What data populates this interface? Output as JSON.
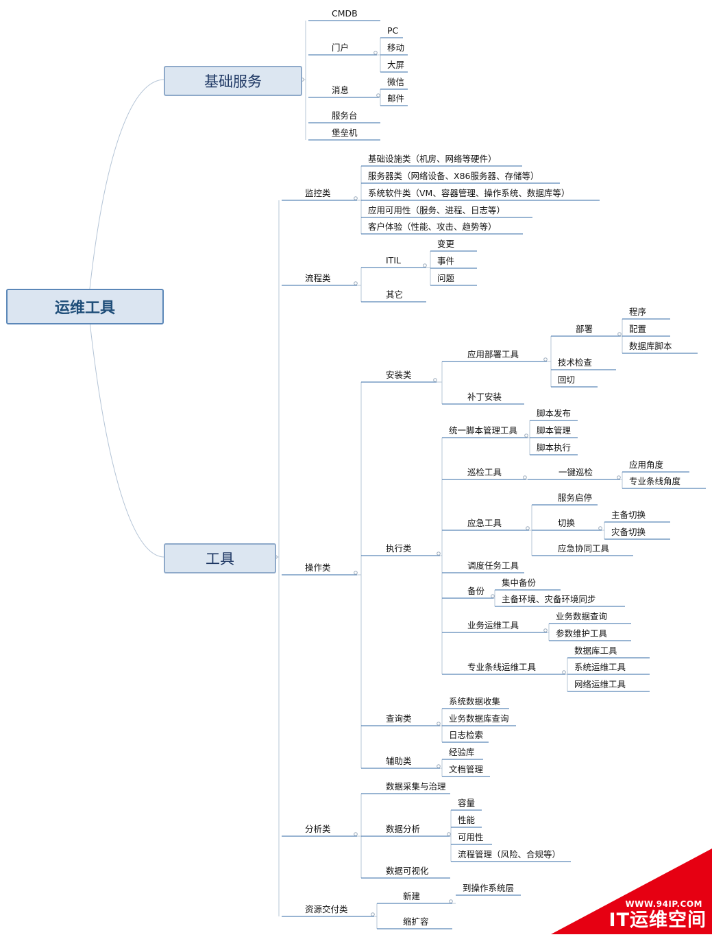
{
  "root": "运维工具",
  "main_branches": [
    {
      "label": "基础服务",
      "children": [
        {
          "label": "CMDB"
        },
        {
          "label": "门户",
          "children": [
            {
              "label": "PC"
            },
            {
              "label": "移动"
            },
            {
              "label": "大屏"
            }
          ]
        },
        {
          "label": "消息",
          "children": [
            {
              "label": "微信"
            },
            {
              "label": "邮件"
            }
          ]
        },
        {
          "label": "服务台"
        },
        {
          "label": "堡垒机"
        }
      ]
    },
    {
      "label": "工具",
      "children": [
        {
          "label": "监控类",
          "children": [
            {
              "label": "基础设施类（机房、网络等硬件）"
            },
            {
              "label": "服务器类（网络设备、X86服务器、存储等）"
            },
            {
              "label": "系统软件类（VM、容器管理、操作系统、数据库等）"
            },
            {
              "label": "应用可用性（服务、进程、日志等）"
            },
            {
              "label": "客户体验（性能、攻击、趋势等）"
            }
          ]
        },
        {
          "label": "流程类",
          "children": [
            {
              "label": "ITIL",
              "children": [
                {
                  "label": "变更"
                },
                {
                  "label": "事件"
                },
                {
                  "label": "问题"
                }
              ]
            },
            {
              "label": "其它"
            }
          ]
        },
        {
          "label": "操作类",
          "children": [
            {
              "label": "安装类",
              "children": [
                {
                  "label": "应用部署工具",
                  "children": [
                    {
                      "label": "部署",
                      "children": [
                        {
                          "label": "程序"
                        },
                        {
                          "label": "配置"
                        },
                        {
                          "label": "数据库脚本"
                        }
                      ]
                    },
                    {
                      "label": "技术检查"
                    },
                    {
                      "label": "回切"
                    }
                  ]
                },
                {
                  "label": "补丁安装"
                }
              ]
            },
            {
              "label": "执行类",
              "children": [
                {
                  "label": "统一脚本管理工具",
                  "children": [
                    {
                      "label": "脚本发布"
                    },
                    {
                      "label": "脚本管理"
                    },
                    {
                      "label": "脚本执行"
                    }
                  ]
                },
                {
                  "label": "巡检工具",
                  "children": [
                    {
                      "label": "一键巡检",
                      "children": [
                        {
                          "label": "应用角度"
                        },
                        {
                          "label": "专业条线角度"
                        }
                      ]
                    }
                  ]
                },
                {
                  "label": "应急工具",
                  "children": [
                    {
                      "label": "服务启停"
                    },
                    {
                      "label": "切换",
                      "children": [
                        {
                          "label": "主备切换"
                        },
                        {
                          "label": "灾备切换"
                        }
                      ]
                    },
                    {
                      "label": "应急协同工具"
                    }
                  ]
                },
                {
                  "label": "调度任务工具"
                },
                {
                  "label": "备份",
                  "children": [
                    {
                      "label": "集中备份"
                    },
                    {
                      "label": "主备环境、灾备环境同步"
                    }
                  ]
                },
                {
                  "label": "业务运维工具",
                  "children": [
                    {
                      "label": "业务数据查询"
                    },
                    {
                      "label": "参数维护工具"
                    }
                  ]
                },
                {
                  "label": "专业条线运维工具",
                  "children": [
                    {
                      "label": "数据库工具"
                    },
                    {
                      "label": "系统运维工具"
                    },
                    {
                      "label": "网络运维工具"
                    }
                  ]
                }
              ]
            },
            {
              "label": "查询类",
              "children": [
                {
                  "label": "系统数据收集"
                },
                {
                  "label": "业务数据库查询"
                },
                {
                  "label": "日志检索"
                }
              ]
            },
            {
              "label": "辅助类",
              "children": [
                {
                  "label": "经验库"
                },
                {
                  "label": "文档管理"
                }
              ]
            }
          ]
        },
        {
          "label": "分析类",
          "children": [
            {
              "label": "数据采集与治理"
            },
            {
              "label": "数据分析",
              "children": [
                {
                  "label": "容量"
                },
                {
                  "label": "性能"
                },
                {
                  "label": "可用性"
                },
                {
                  "label": "流程管理（风险、合规等）"
                }
              ]
            },
            {
              "label": "数据可视化"
            }
          ]
        },
        {
          "label": "资源交付类",
          "children": [
            {
              "label": "新建",
              "children": [
                {
                  "label": "到操作系统层"
                }
              ]
            },
            {
              "label": "缩扩容"
            }
          ]
        }
      ]
    }
  ],
  "watermark": {
    "url": "WWW.94IP.COM",
    "brand": "IT运维空间"
  },
  "colors": {
    "line": "#5a86b8",
    "connector": "#b4c4d6",
    "box_fill": "#dce6f1",
    "box_border": "#8ea9c9",
    "watermark": "#e60012"
  }
}
